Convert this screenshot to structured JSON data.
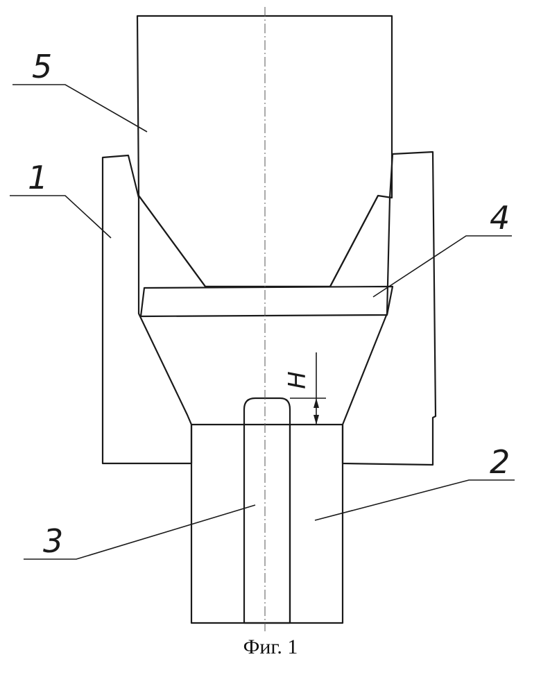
{
  "figure": {
    "caption": "Фиг. 1",
    "dimension_label": "H",
    "parts": [
      {
        "id": "5",
        "label": "5"
      },
      {
        "id": "1",
        "label": "1"
      },
      {
        "id": "4",
        "label": "4"
      },
      {
        "id": "2",
        "label": "2"
      },
      {
        "id": "3",
        "label": "3"
      }
    ]
  }
}
